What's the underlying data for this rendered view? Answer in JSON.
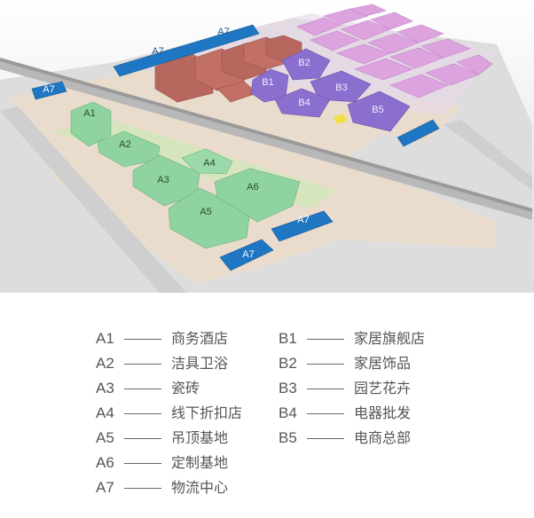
{
  "colors": {
    "zone_a": "#8fd3a0",
    "zone_b": "#8a6fcf",
    "logistics": "#1f77c4",
    "brown_buildings": "#b8675e",
    "pink_buildings": "#dca3df",
    "ground": "#eedcc8",
    "background": "#e4e4e4"
  },
  "map_labels": {
    "a1": "A1",
    "a2": "A2",
    "a3": "A3",
    "a4": "A4",
    "a5": "A5",
    "a6": "A6",
    "a7_top_left": "A7",
    "a7_top_right": "A7",
    "a7_left": "A7",
    "a7_right": "A7",
    "a7_bottom": "A7",
    "b1": "B1",
    "b2": "B2",
    "b3": "B3",
    "b4": "B4",
    "b5": "B5"
  },
  "legend": {
    "a": [
      {
        "code": "A1",
        "name": "商务酒店"
      },
      {
        "code": "A2",
        "name": "洁具卫浴"
      },
      {
        "code": "A3",
        "name": "瓷砖"
      },
      {
        "code": "A4",
        "name": "线下折扣店"
      },
      {
        "code": "A5",
        "name": "吊顶基地"
      },
      {
        "code": "A6",
        "name": "定制基地"
      },
      {
        "code": "A7",
        "name": "物流中心"
      }
    ],
    "b": [
      {
        "code": "B1",
        "name": "家居旗舰店"
      },
      {
        "code": "B2",
        "name": "家居饰品"
      },
      {
        "code": "B3",
        "name": "园艺花卉"
      },
      {
        "code": "B4",
        "name": "电器批发"
      },
      {
        "code": "B5",
        "name": "电商总部"
      }
    ]
  }
}
